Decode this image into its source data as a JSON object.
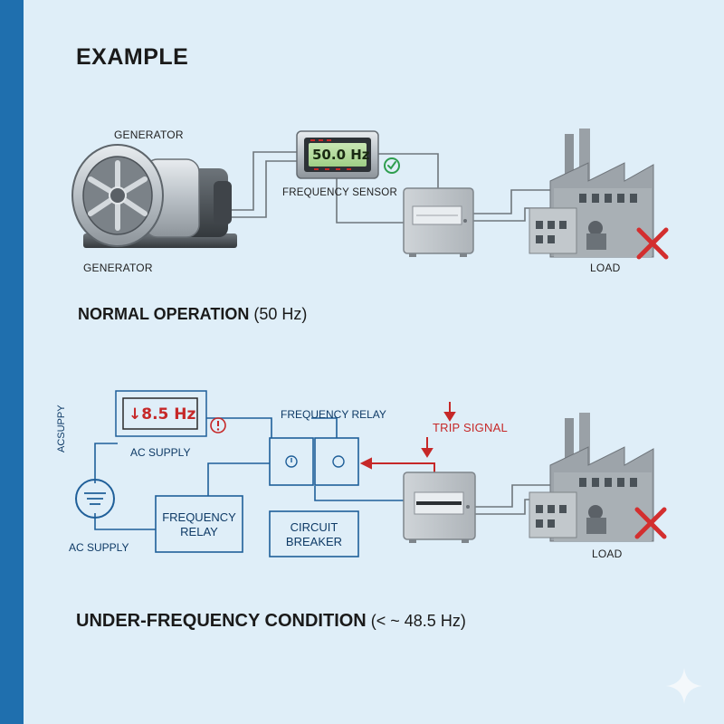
{
  "title": "EXAMPLE",
  "normal": {
    "generator_label_top": "GENERATOR",
    "generator_label_bottom": "GENERATOR",
    "meter_reading": "50.0 Hz",
    "sensor_label": "FREQUENCY SENSOR",
    "load_label": "LOAD",
    "heading_bold": "NORMAL OPERATION",
    "heading_rest": " (50 Hz)"
  },
  "underfreq": {
    "meter_reading": "8.5 Hz",
    "ac_supply_vertical": "ACSUPPY",
    "ac_supply_under_meter": "AC SUPPLY",
    "ac_supply_bottom": "AC SUPPLY",
    "relay_label": "FREQUENCY RELAY",
    "relay_box_line1": "FREQUENCY",
    "relay_box_line2": "RELAY",
    "breaker_box_line1": "CIRCUIT",
    "breaker_box_line2": "BREAKER",
    "trip_signal": "TRIP SIGNAL",
    "load_label": "LOAD",
    "heading_bold": "UNDER-FREQUENCY CONDITION",
    "heading_rest": " (< ~ 48.5 Hz)"
  },
  "icons": [
    "generator-icon",
    "frequency-meter-icon",
    "check-icon",
    "enclosure-icon",
    "factory-icon",
    "cross-icon",
    "ac-source-icon",
    "warning-icon",
    "clock-icon",
    "circle-icon",
    "sparkle-icon"
  ],
  "colors": {
    "accent": "#1f6fae",
    "diagram_blue": "#1f5f99",
    "alert_red": "#c62828",
    "check_green": "#2e9e4f",
    "background": "#dfeef8"
  }
}
